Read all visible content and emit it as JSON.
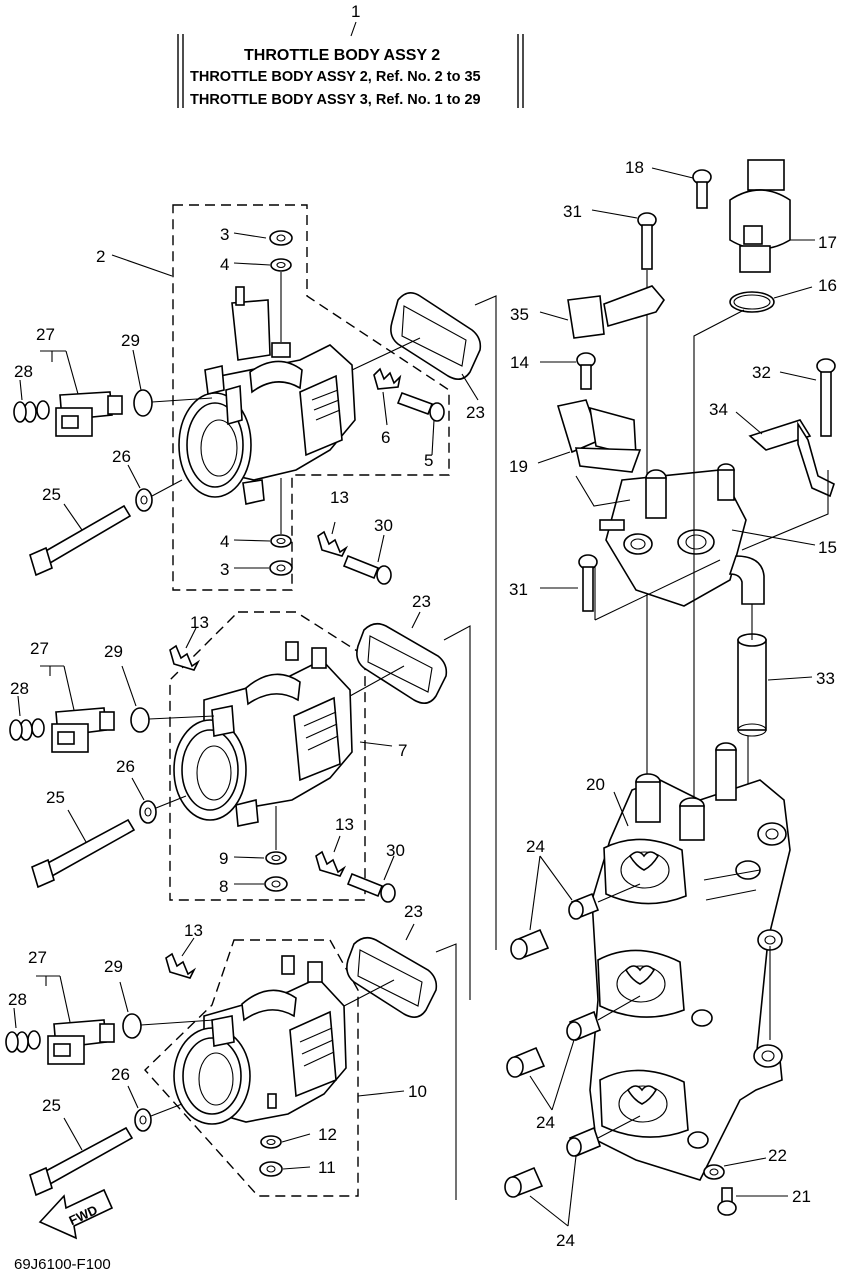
{
  "title_block": {
    "ref_number": "1",
    "line1": "THROTTLE  BODY ASSY 2",
    "line2": "THROTTLE BODY ASSY 2, Ref. No. 2 to 35",
    "line3": "THROTTLE BODY ASSY 3, Ref. No. 1 to 29"
  },
  "footer": {
    "diagram_code": "69J6100-F100",
    "fwd_label": "FWD"
  },
  "callouts": {
    "c2": "2",
    "c3a": "3",
    "c4a": "4",
    "c27a": "27",
    "c28a": "28",
    "c29a": "29",
    "c26a": "26",
    "c25a": "25",
    "c4b": "4",
    "c3b": "3",
    "c13a": "13",
    "c30a": "30",
    "c6": "6",
    "c5": "5",
    "c23a": "23",
    "c18": "18",
    "c31a": "31",
    "c17": "17",
    "c16": "16",
    "c35": "35",
    "c14": "14",
    "c32": "32",
    "c34": "34",
    "c19": "19",
    "c15": "15",
    "c31b": "31",
    "c33": "33",
    "c13b": "13",
    "c27b": "27",
    "c28b": "28",
    "c29b": "29",
    "c23b": "23",
    "c7": "7",
    "c26b": "26",
    "c25b": "25",
    "c13c": "13",
    "c30b": "30",
    "c9": "9",
    "c8": "8",
    "c20": "20",
    "c24a": "24",
    "c13d": "13",
    "c23c": "23",
    "c27c": "27",
    "c28c": "28",
    "c29c": "29",
    "c26c": "26",
    "c25c": "25",
    "c10": "10",
    "c12": "12",
    "c11": "11",
    "c24b": "24",
    "c22": "22",
    "c21": "21",
    "c24c": "24"
  }
}
